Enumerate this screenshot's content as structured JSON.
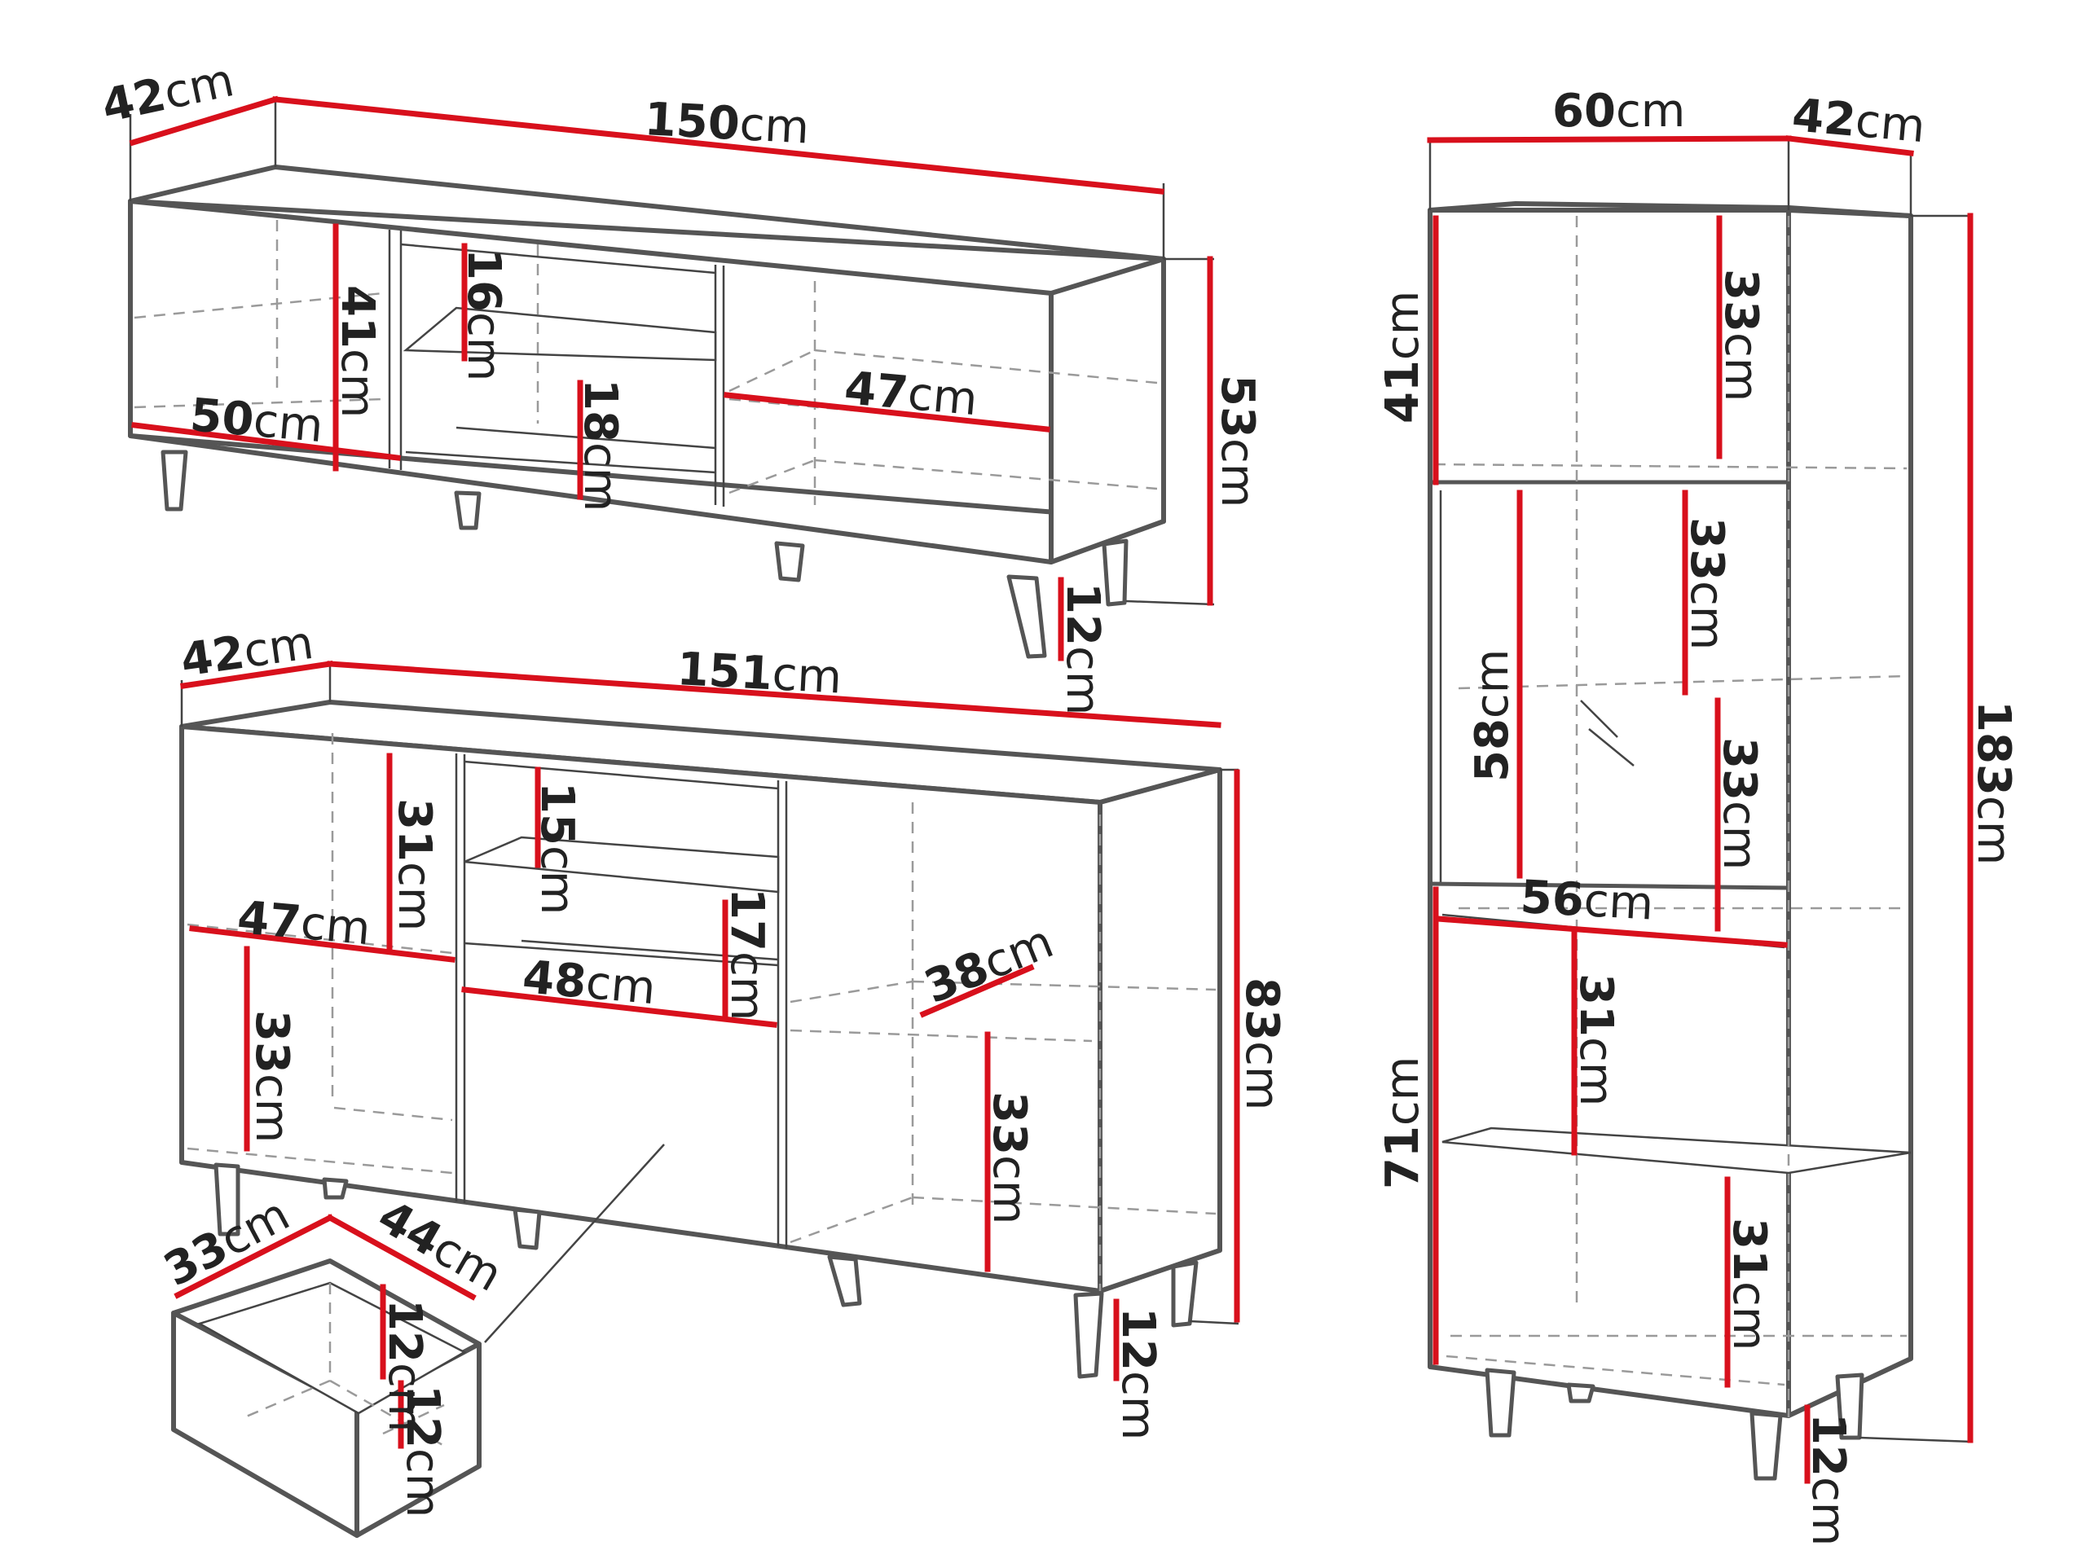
{
  "diagram": {
    "tv_stand": {
      "depth": {
        "num": "42",
        "unit": "cm"
      },
      "width": {
        "num": "150",
        "unit": "cm"
      },
      "height": {
        "num": "53",
        "unit": "cm"
      },
      "legs": {
        "num": "12",
        "unit": "cm"
      },
      "left_compartment_height": {
        "num": "41",
        "unit": "cm"
      },
      "left_compartment_width": {
        "num": "50",
        "unit": "cm"
      },
      "shelf_top": {
        "num": "16",
        "unit": "cm"
      },
      "shelf_bottom": {
        "num": "18",
        "unit": "cm"
      },
      "right_compartment_width": {
        "num": "47",
        "unit": "cm"
      }
    },
    "sideboard": {
      "depth": {
        "num": "42",
        "unit": "cm"
      },
      "width": {
        "num": "151",
        "unit": "cm"
      },
      "height": {
        "num": "83",
        "unit": "cm"
      },
      "legs": {
        "num": "12",
        "unit": "cm"
      },
      "left_top_height": {
        "num": "31",
        "unit": "cm"
      },
      "left_width": {
        "num": "47",
        "unit": "cm"
      },
      "left_bottom_height": {
        "num": "33",
        "unit": "cm"
      },
      "mid_top_height": {
        "num": "15",
        "unit": "cm"
      },
      "mid_lower_height": {
        "num": "17",
        "unit": "cm"
      },
      "mid_width": {
        "num": "48",
        "unit": "cm"
      },
      "right_depth": {
        "num": "38",
        "unit": "cm"
      },
      "right_height": {
        "num": "33",
        "unit": "cm"
      }
    },
    "drawer": {
      "depth": {
        "num": "33",
        "unit": "cm"
      },
      "width": {
        "num": "44",
        "unit": "cm"
      },
      "height": {
        "num": "12",
        "unit": "cm"
      },
      "inner_height": {
        "num": "12",
        "unit": "cm"
      }
    },
    "cabinet": {
      "width": {
        "num": "60",
        "unit": "cm"
      },
      "depth": {
        "num": "42",
        "unit": "cm"
      },
      "height": {
        "num": "183",
        "unit": "cm"
      },
      "legs": {
        "num": "12",
        "unit": "cm"
      },
      "top_section_height": {
        "num": "41",
        "unit": "cm"
      },
      "top_shelf": {
        "num": "33",
        "unit": "cm"
      },
      "glass_height": {
        "num": "58",
        "unit": "cm"
      },
      "glass_shelf_top": {
        "num": "33",
        "unit": "cm"
      },
      "glass_shelf_bottom": {
        "num": "33",
        "unit": "cm"
      },
      "inner_width": {
        "num": "56",
        "unit": "cm"
      },
      "bottom_section_height": {
        "num": "71",
        "unit": "cm"
      },
      "bottom_shelf_top": {
        "num": "31",
        "unit": "cm"
      },
      "bottom_shelf_bottom": {
        "num": "31",
        "unit": "cm"
      }
    }
  }
}
